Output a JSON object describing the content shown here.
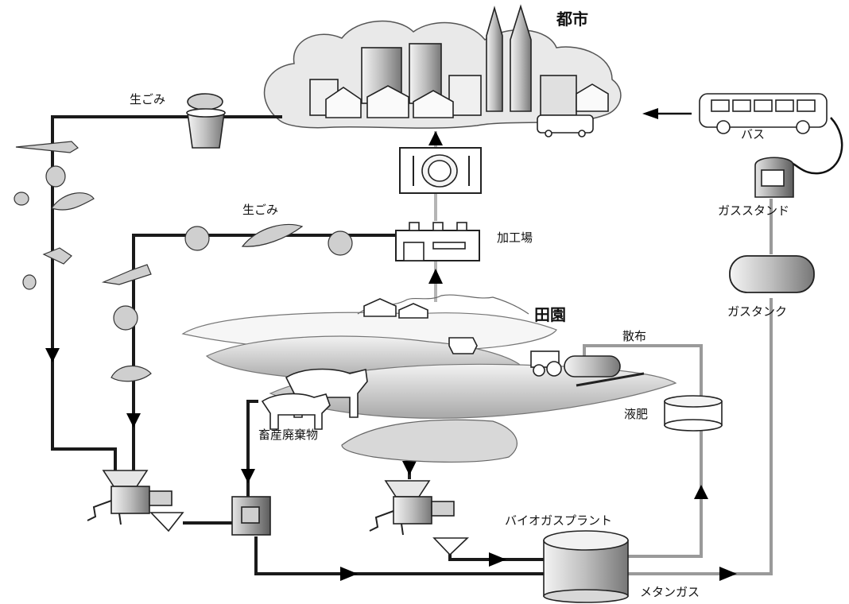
{
  "labels": {
    "city": "都市",
    "raw_garbage_city": "生ごみ",
    "raw_garbage_food": "生ごみ",
    "bus": "バス",
    "gas_station": "ガススタンド",
    "processing_plant": "加工場",
    "gas_tank": "ガスタンク",
    "countryside": "田園",
    "spraying": "散布",
    "liquid_fertilizer": "液肥",
    "livestock_waste": "畜産廃棄物",
    "biogas_plant": "バイオガスプラント",
    "methane_gas": "メタンガス"
  }
}
